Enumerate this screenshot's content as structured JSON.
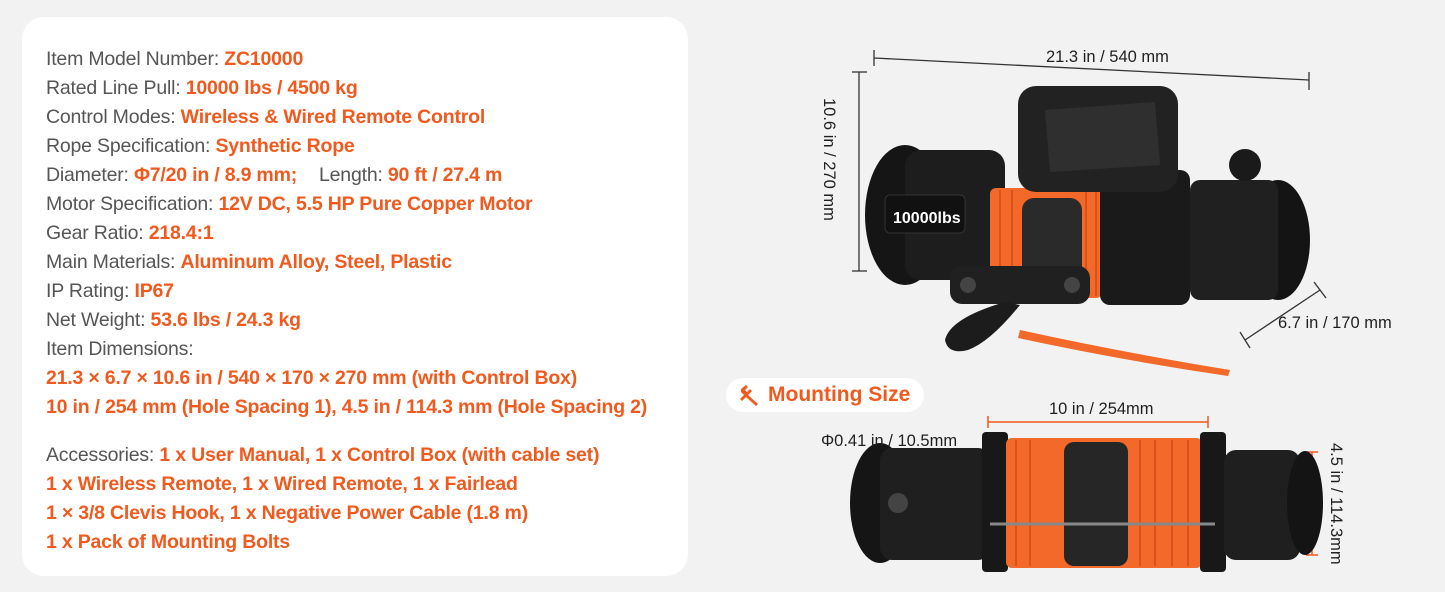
{
  "specs": {
    "model": {
      "label": "Item Model Number: ",
      "value": "ZC10000"
    },
    "line_pull": {
      "label": "Rated Line Pull: ",
      "value": "10000 lbs / 4500 kg"
    },
    "control": {
      "label": "Control Modes: ",
      "value": "Wireless & Wired Remote Control"
    },
    "rope": {
      "label": "Rope Specification: ",
      "value": "Synthetic Rope"
    },
    "diameter": {
      "label": "Diameter: ",
      "value": "Φ7/20 in / 8.9 mm;",
      "label2": "Length: ",
      "value2": "90 ft / 27.4 m"
    },
    "motor": {
      "label": "Motor Specification: ",
      "value": "12V DC, 5.5 HP Pure Copper Motor"
    },
    "gear": {
      "label": "Gear Ratio: ",
      "value": "218.4:1"
    },
    "materials": {
      "label": "Main Materials: ",
      "value": "Aluminum Alloy, Steel, Plastic"
    },
    "ip": {
      "label": "IP Rating: ",
      "value": "IP67"
    },
    "weight": {
      "label": "Net Weight: ",
      "value": "53.6 lbs / 24.3 kg"
    },
    "dimensions_label": "Item Dimensions:",
    "dimensions_line1": "21.3 × 6.7 × 10.6 in / 540 × 170 × 270 mm (with Control Box)",
    "dimensions_line2": "10 in / 254 mm (Hole Spacing 1), 4.5 in / 114.3 mm (Hole Spacing 2)",
    "accessories": {
      "label": "Accessories: ",
      "value": "1 x User Manual, 1 x Control Box (with cable set)"
    },
    "accessories_line2": "1 x Wireless Remote, 1 x Wired Remote, 1 x Fairlead",
    "accessories_line3": "1 × 3/8 Clevis Hook, 1 x Negative Power Cable (1.8 m)",
    "accessories_line4": "1 x Pack of Mounting Bolts"
  },
  "product_image": {
    "drum_brand_text": "10000lbs",
    "length": "21.3 in / 540 mm",
    "height": "10.6 in / 270 mm",
    "width": "6.7 in / 170 mm"
  },
  "mounting": {
    "title": "Mounting Size",
    "icon": "wrench-icon",
    "hole_spacing_1": "10 in / 254mm",
    "hole_diameter": "Φ0.41 in / 10.5mm",
    "hole_spacing_2": "4.5 in / 114.3mm"
  },
  "colors": {
    "accent": "#f05a1e",
    "label_text": "#555555",
    "winch_body": "#1c1c1c",
    "rope": "#f2692a"
  }
}
